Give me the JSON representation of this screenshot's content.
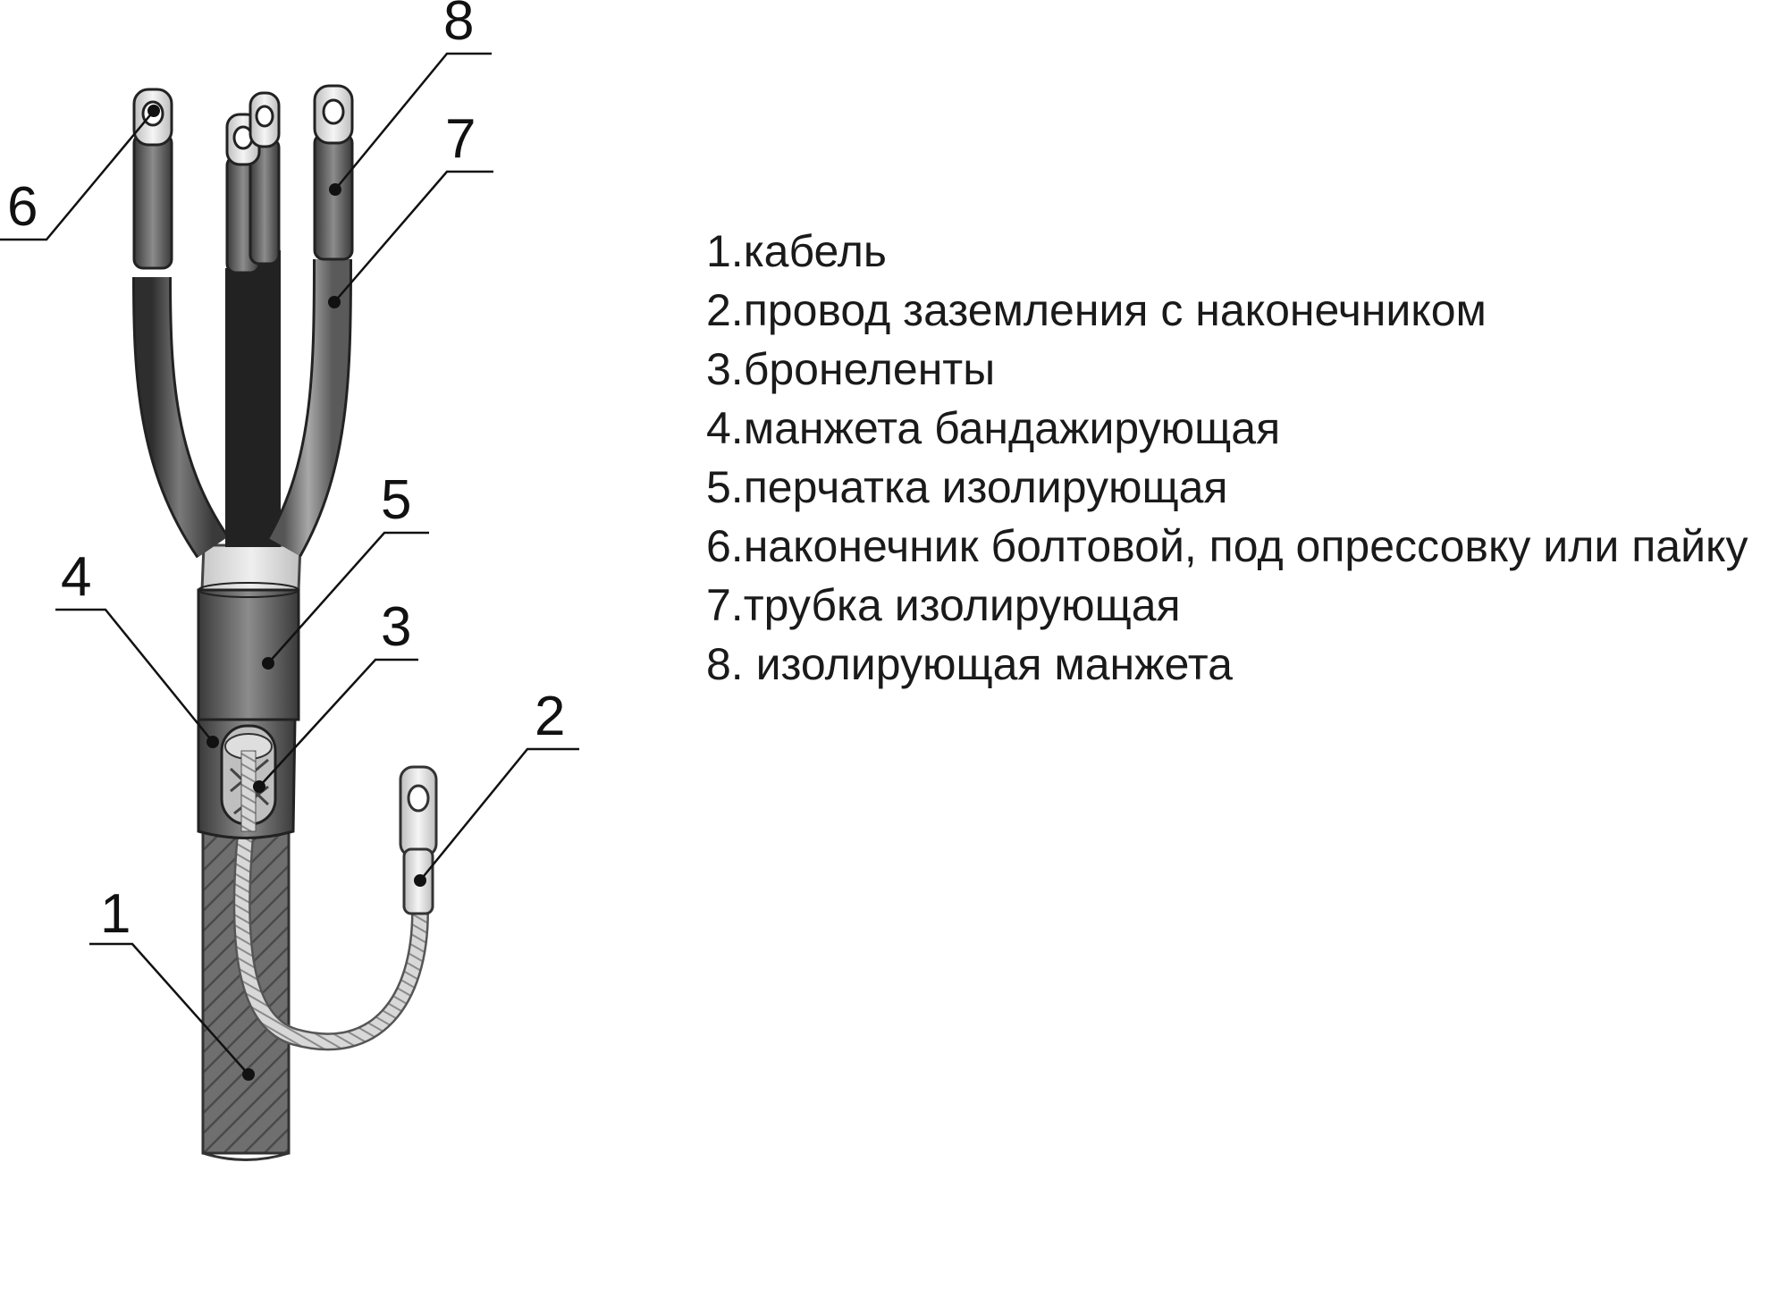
{
  "callouts": [
    {
      "number": "1"
    },
    {
      "number": "2"
    },
    {
      "number": "3"
    },
    {
      "number": "4"
    },
    {
      "number": "5"
    },
    {
      "number": "6"
    },
    {
      "number": "7"
    },
    {
      "number": "8"
    }
  ],
  "legend": [
    "1.кабель",
    "2.провод заземления с наконечником",
    "3.бронеленты",
    "4.манжета бандажирующая",
    "5.перчатка изолирующая",
    "6.наконечник болтовой, под опрессовку или пайку",
    "7.трубка изолирующая",
    "8. изолирующая манжета"
  ]
}
